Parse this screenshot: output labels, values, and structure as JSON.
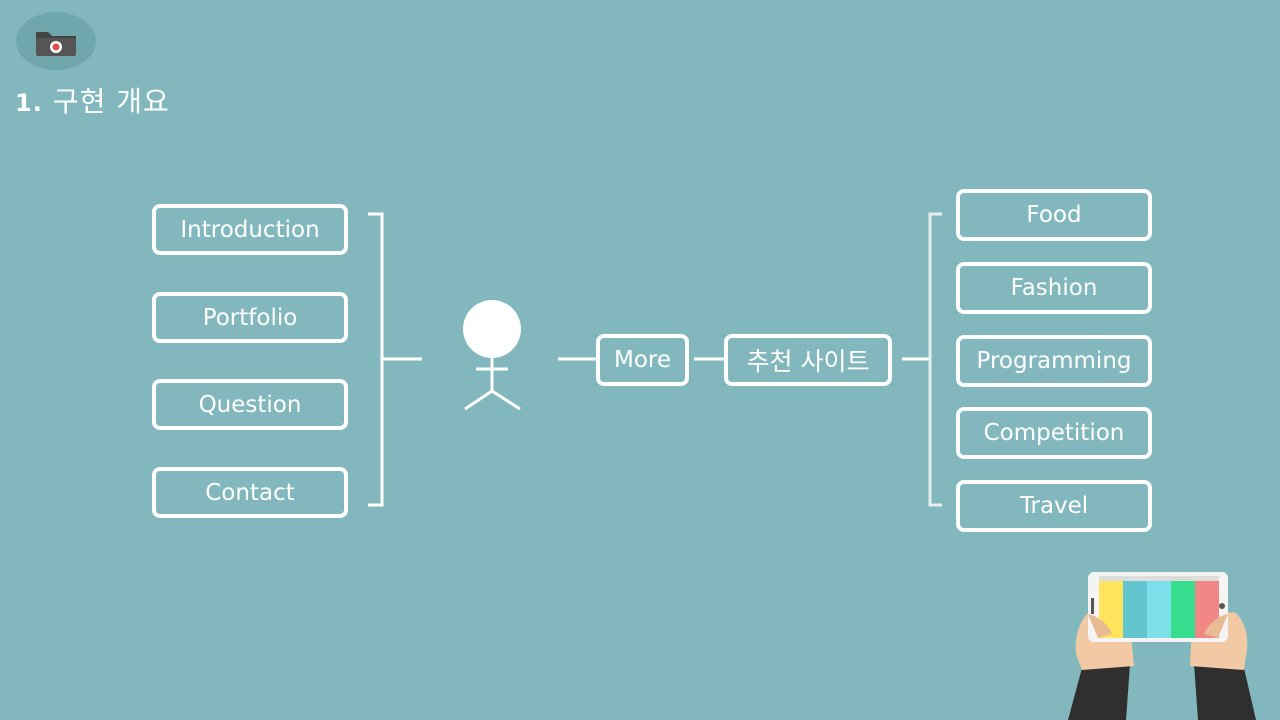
{
  "header": {
    "number": "1.",
    "title": "구현 개요",
    "logo_icon": "folder-icon"
  },
  "left_items": [
    "Introduction",
    "Portfolio",
    "Question",
    "Contact"
  ],
  "center": {
    "user_icon": "stick-figure-icon",
    "more_label": "More",
    "recommend_label": "추천 사이트"
  },
  "right_items": [
    "Food",
    "Fashion",
    "Programming",
    "Competition",
    "Travel"
  ],
  "decoration": {
    "tablet_icon": "hands-holding-tablet-icon",
    "tablet_colors": [
      "#fde45a",
      "#63c6cf",
      "#7be0ea",
      "#35dd8d",
      "#f08784"
    ]
  },
  "colors": {
    "background": "#82b8bd",
    "foreground": "#ffffff"
  }
}
